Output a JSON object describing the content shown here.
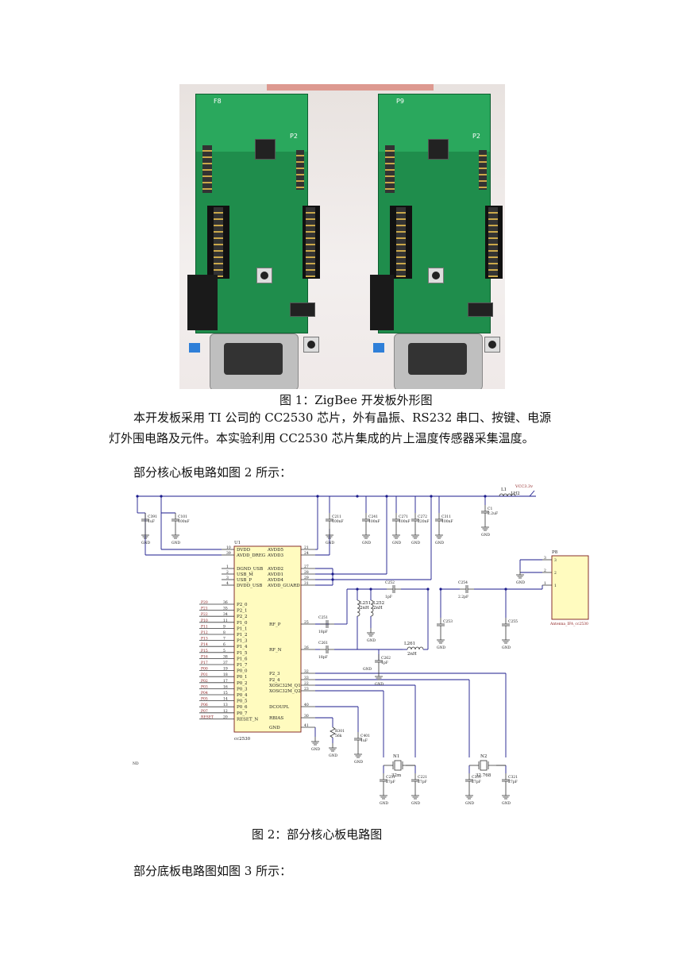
{
  "figure1": {
    "caption": "图 1：ZigBee 开发板外形图",
    "left_board_label": "F8",
    "right_board_label": "P9",
    "silkscreen": "P2"
  },
  "paragraph1": {
    "line1": "本开发板采用 TI 公司的 CC2530 芯片，外有晶振、RS232 串口、按键、电源",
    "line2": "灯外围电路及元件。本实验利用 CC2530 芯片集成的片上温度传感器采集温度。"
  },
  "paragraph2": "部分核心板电路如图 2 所示：",
  "figure2": {
    "caption": "图 2：部分核心板电路图",
    "u1": "U1",
    "part": "cc2530",
    "vcc": "VCC3.3v",
    "gnd": "GND",
    "left_pins": [
      {
        "name": "DVDD",
        "num": "10"
      },
      {
        "name": "AVDD_DREG",
        "num": "39"
      },
      {
        "name": "DGND_USB",
        "num": "1"
      },
      {
        "name": "USB_M",
        "num": "2"
      },
      {
        "name": "USB_P",
        "num": "3"
      },
      {
        "name": "DVDD_USB",
        "num": "4"
      }
    ],
    "right_pins": [
      {
        "name": "AVDD5",
        "num": "21"
      },
      {
        "name": "AVDD3",
        "num": "24"
      },
      {
        "name": "AVDD2",
        "num": "27"
      },
      {
        "name": "AVDD1",
        "num": "28"
      },
      {
        "name": "AVDD4",
        "num": "29"
      },
      {
        "name": "AVDD_GUARD",
        "num": "31"
      }
    ],
    "port_pins": [
      {
        "net": "P20",
        "pin": "P2_0",
        "num": "36"
      },
      {
        "net": "P21",
        "pin": "P2_1",
        "num": "35"
      },
      {
        "net": "P22",
        "pin": "P2_2",
        "num": "34"
      },
      {
        "net": "P10",
        "pin": "P1_0",
        "num": "11"
      },
      {
        "net": "P11",
        "pin": "P1_1",
        "num": "9"
      },
      {
        "net": "P12",
        "pin": "P1_2",
        "num": "8"
      },
      {
        "net": "P13",
        "pin": "P1_3",
        "num": "7"
      },
      {
        "net": "P14",
        "pin": "P1_4",
        "num": "6"
      },
      {
        "net": "P15",
        "pin": "P1_5",
        "num": "5"
      },
      {
        "net": "P16",
        "pin": "P1_6",
        "num": "38"
      },
      {
        "net": "P17",
        "pin": "P1_7",
        "num": "37"
      },
      {
        "net": "P00",
        "pin": "P0_0",
        "num": "19"
      },
      {
        "net": "P01",
        "pin": "P0_1",
        "num": "18"
      },
      {
        "net": "P02",
        "pin": "P0_2",
        "num": "17"
      },
      {
        "net": "P03",
        "pin": "P0_3",
        "num": "16"
      },
      {
        "net": "P04",
        "pin": "P0_4",
        "num": "15"
      },
      {
        "net": "P05",
        "pin": "P0_5",
        "num": "14"
      },
      {
        "net": "P06",
        "pin": "P0_6",
        "num": "13"
      },
      {
        "net": "P07",
        "pin": "P0_7",
        "num": "12"
      },
      {
        "net": "RESET",
        "pin": "RESET_N",
        "num": "20"
      }
    ],
    "misc_pins": [
      {
        "name": "RF_P",
        "num": "25"
      },
      {
        "name": "RF_N",
        "num": "26"
      },
      {
        "name": "P2_3",
        "num": "32"
      },
      {
        "name": "P2_4",
        "num": "33"
      },
      {
        "name": "XOSC32M_Q1",
        "num": "22"
      },
      {
        "name": "XOSC32M_Q2",
        "num": "23"
      },
      {
        "name": "DCOUPL",
        "num": "40"
      },
      {
        "name": "RBIAS",
        "num": "30"
      },
      {
        "name": "GND",
        "num": "41"
      }
    ],
    "caps_top": [
      {
        "ref": "C391",
        "val": "1uF"
      },
      {
        "ref": "C101",
        "val": "100nF"
      },
      {
        "ref": "C211",
        "val": "100nF"
      },
      {
        "ref": "C241",
        "val": "100nF"
      },
      {
        "ref": "C271",
        "val": "100nF"
      },
      {
        "ref": "C272",
        "val": "220nF"
      },
      {
        "ref": "C311",
        "val": "100nF"
      },
      {
        "ref": "C1",
        "val": "2.2uF"
      }
    ],
    "l1": {
      "ref": "L1",
      "val": "1H2"
    },
    "rf": {
      "c251": "C251",
      "c251v": "18pF",
      "c261": "C261",
      "c261v": "18pF",
      "c252": "C252",
      "c252v": "1pF",
      "c253": "C253",
      "c254": "C254",
      "c254v": "2.2pF",
      "c255": "C255",
      "c262": "C262",
      "c262v": "1pF",
      "l251": "L251",
      "l251v": "2nH",
      "l252": "L252",
      "l252v": "2nH",
      "l261": "L261",
      "l261v": "2nH"
    },
    "antenna": {
      "ref": "P8",
      "label": "Antenna_IFA_cc2530",
      "pins": [
        "3",
        "2",
        "1"
      ]
    },
    "r301": {
      "ref": "R301",
      "val": "56k"
    },
    "c401": {
      "ref": "C401",
      "val": "1uF"
    },
    "crystal1": {
      "ref": "N1",
      "val": "32m",
      "c1": "C231",
      "c1v": "27pF",
      "c2": "C221",
      "c2v": "27pF"
    },
    "crystal2": {
      "ref": "N2",
      "val": "32.768",
      "c1": "C331",
      "c1v": "27pF",
      "c2": "C321",
      "c2v": "27pF"
    },
    "stray": "ND"
  },
  "paragraph3": "部分底板电路图如图 3 所示："
}
